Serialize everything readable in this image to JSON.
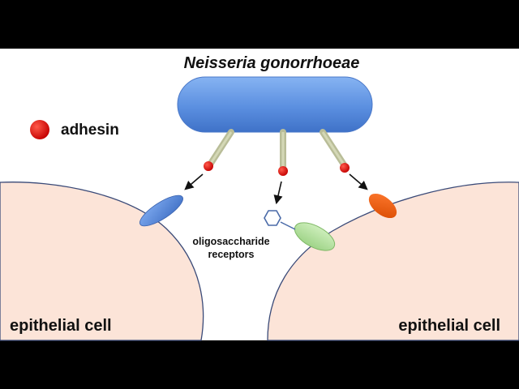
{
  "diagram": {
    "title": "Neisseria gonorrhoeae",
    "legend": {
      "label": "adhesin",
      "color": "#e01010"
    },
    "receptor_label_line1": "oligosaccharide",
    "receptor_label_line2": "receptors",
    "cell_left_label": "epithelial cell",
    "cell_right_label": "epithelial cell",
    "colors": {
      "background": "#ffffff",
      "letterbox": "#000000",
      "cell_fill": "#fce4d8",
      "cell_outline": "#3a4a78",
      "bacterium": "#5b8fe0",
      "pilus": "#c5c9a4",
      "adhesin": "#e01010",
      "receptor_blue": "#5a8ad8",
      "receptor_green": "#b3e0a0",
      "receptor_orange": "#ec5a10",
      "hexagon_outline": "#4a6aa8"
    }
  }
}
